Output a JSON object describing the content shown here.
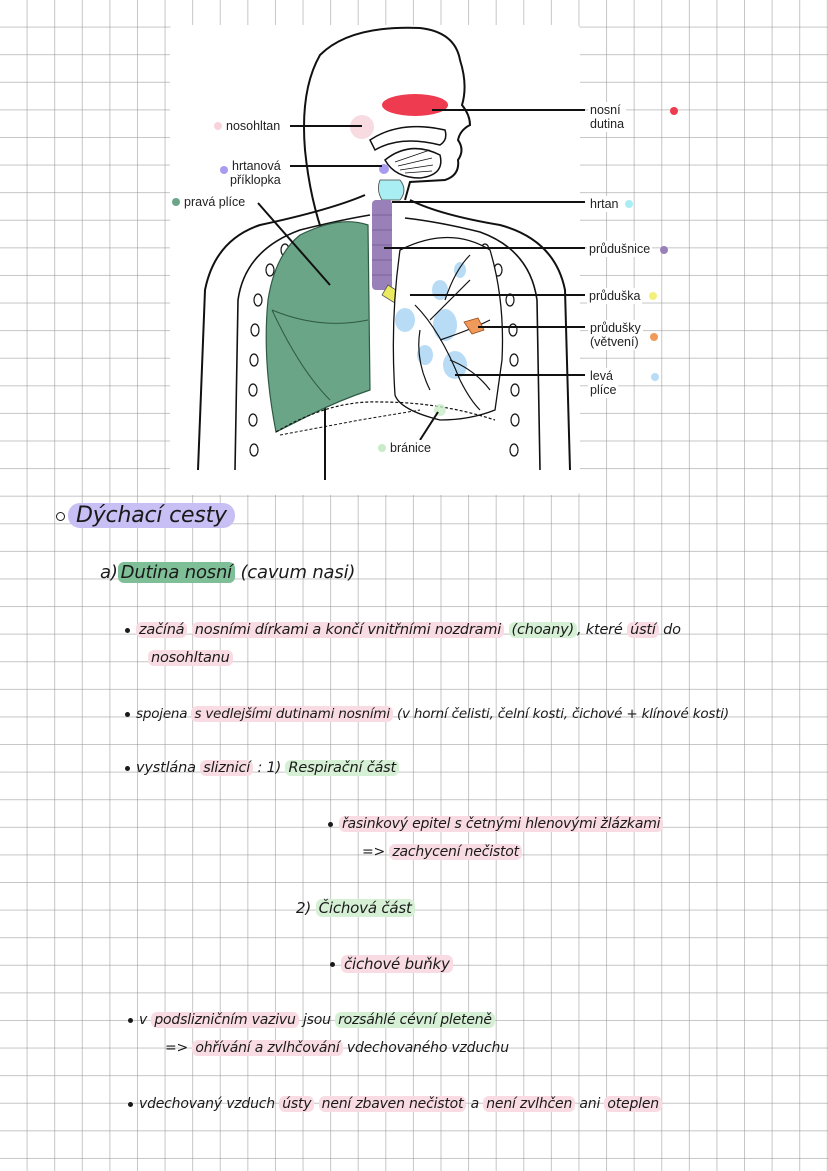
{
  "diagram": {
    "labels": {
      "nosohltan": {
        "text": "nosohltan",
        "color": "#f7d3dc"
      },
      "nosni_dutina": {
        "text": "nosní dutina",
        "color": "#ef3b4f"
      },
      "hrtanova_priklopka_1": {
        "text": "hrtanová",
        "color": "#a99cf0"
      },
      "hrtanova_priklopka_2": {
        "text": "příklopka"
      },
      "prava_plice": {
        "text": "pravá plíce",
        "color": "#6aa588"
      },
      "hrtan": {
        "text": "hrtan",
        "color": "#a8eef2"
      },
      "prudusnice": {
        "text": "průdušnice",
        "color": "#9a80b8"
      },
      "pruduska": {
        "text": "průduška",
        "color": "#f2f07a"
      },
      "prudusky_1": {
        "text": "průdušky",
        "color": "#ef9a5a"
      },
      "prudusky_2": {
        "text": "(větvení)"
      },
      "leva_plice": {
        "text": "levá plíce",
        "color": "#b8dcf5"
      },
      "branice": {
        "text": "bránice",
        "color": "#c8ecc8"
      }
    }
  },
  "notes": {
    "title": "Dýchací cesty",
    "section_a": {
      "prefix": "a)",
      "term": "Dutina nosní",
      "latin": "(cavum nasi)"
    },
    "b1": {
      "p1": "začíná",
      "p2": "nosními dírkami a končí vnitřními nozdrami",
      "p3": "(choany)",
      "p4": ", které",
      "p5": "ústí",
      "p6": "do",
      "line2": "nosohltanu"
    },
    "b2": {
      "p1": "spojena",
      "p2": "s vedlejšími dutinami nosními",
      "p3": "(v horní čelisti, čelní kosti, čichové + klínové kosti)"
    },
    "b3": {
      "p1": "vystlána",
      "p2": "sliznicí",
      "p3": ":  1)",
      "p4": "Respirační část"
    },
    "b3a": {
      "line1": "řasinkový epitel s četnými hlenovými žlázkami",
      "arrow": "=>",
      "line2": "zachycení nečistot"
    },
    "b3b": {
      "prefix": "2)",
      "term": "Čichová část"
    },
    "b3c": {
      "text": "čichové buňky"
    },
    "b4": {
      "p1": "v",
      "p2": "podslizničním vazivu",
      "p3": "jsou",
      "p4": "rozsáhlé cévní pleteně",
      "arrow": "=>",
      "p5": "ohřívání a zvlhčování",
      "p6": "vdechovaného vzduchu"
    },
    "b5": {
      "p1": "vdechovaný vzduch",
      "p2": "ústy",
      "p3": "není zbaven nečistot",
      "p4": "a",
      "p5": "není zvlhčen",
      "p6": "ani",
      "p7": "oteplen"
    }
  }
}
